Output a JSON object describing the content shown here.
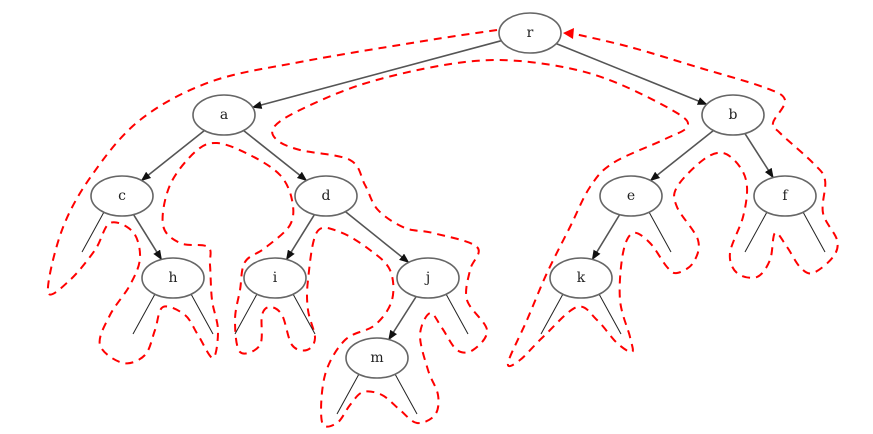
{
  "diagram": {
    "type": "binary-tree-euler-tour",
    "root": "r",
    "nodes": [
      "r",
      "a",
      "b",
      "c",
      "d",
      "e",
      "f",
      "h",
      "i",
      "j",
      "k",
      "m"
    ],
    "edges": [
      [
        "r",
        "a"
      ],
      [
        "r",
        "b"
      ],
      [
        "a",
        "c"
      ],
      [
        "a",
        "d"
      ],
      [
        "c",
        "h"
      ],
      [
        "d",
        "i"
      ],
      [
        "d",
        "j"
      ],
      [
        "j",
        "m"
      ],
      [
        "b",
        "e"
      ],
      [
        "b",
        "f"
      ],
      [
        "e",
        "k"
      ]
    ],
    "null_children": {
      "c": [
        "left"
      ],
      "h": [
        "left",
        "right"
      ],
      "i": [
        "left",
        "right"
      ],
      "j": [
        "right"
      ],
      "m": [
        "left",
        "right"
      ],
      "e": [
        "right"
      ],
      "k": [
        "left",
        "right"
      ],
      "f": [
        "left",
        "right"
      ]
    },
    "colors": {
      "tour": "#ff0000",
      "edge": "#555555",
      "node_border": "#666666"
    }
  }
}
